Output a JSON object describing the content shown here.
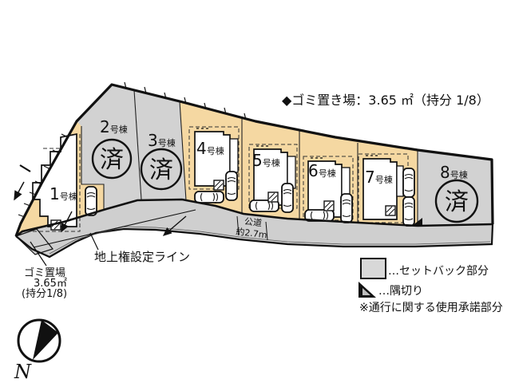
{
  "title": "◆ゴミ置き場：3.65 ㎡（持分 1/8）",
  "plots": [
    {
      "num": "1",
      "suffix": "号棟",
      "status": ""
    },
    {
      "num": "2",
      "suffix": "号棟",
      "status": "済"
    },
    {
      "num": "3",
      "suffix": "号棟",
      "status": "済"
    },
    {
      "num": "4",
      "suffix": "号棟",
      "status": ""
    },
    {
      "num": "5",
      "suffix": "号棟",
      "status": ""
    },
    {
      "num": "6",
      "suffix": "号棟",
      "status": ""
    },
    {
      "num": "7",
      "suffix": "号棟",
      "status": ""
    },
    {
      "num": "8",
      "suffix": "号棟",
      "status": "済"
    }
  ],
  "road": {
    "label": "公道",
    "width": "約2.7m"
  },
  "annotations": {
    "surface_right_line": "地上権設定ライン",
    "trash_line1": "ゴミ置場",
    "trash_line2": "3.65㎡",
    "trash_line3": "(持分1/8)"
  },
  "legend": {
    "setback": "…セットバック部分",
    "corner_cut": "…隅切り",
    "note": "※通行に関する使用承諾部分"
  },
  "compass_label": "N",
  "colors": {
    "available": "#f5d8a2",
    "sold": "#d2d2d2",
    "road": "#cfcfcf",
    "line": "#111111"
  }
}
